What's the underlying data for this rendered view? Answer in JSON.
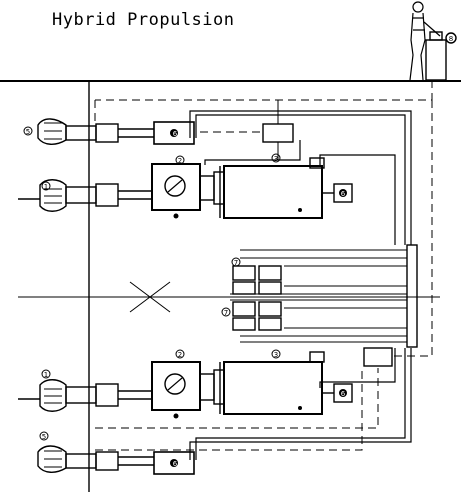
{
  "title": "Hybrid Propulsion",
  "labels": {
    "console": "8",
    "prop_upper": "5",
    "prop_lower": "5",
    "shaft_upper": "1",
    "shaft_lower": "1",
    "elec_motor_upper": "6",
    "elec_motor_lower": "6",
    "gearbox_upper": "2",
    "gearbox_lower": "2",
    "engine_upper": "3",
    "engine_lower": "3",
    "generator_upper": "6",
    "generator_lower": "6",
    "switchboard_upper": "7",
    "switchboard_lower": "7"
  },
  "colors": {
    "line": "#000000",
    "background": "#ffffff"
  }
}
